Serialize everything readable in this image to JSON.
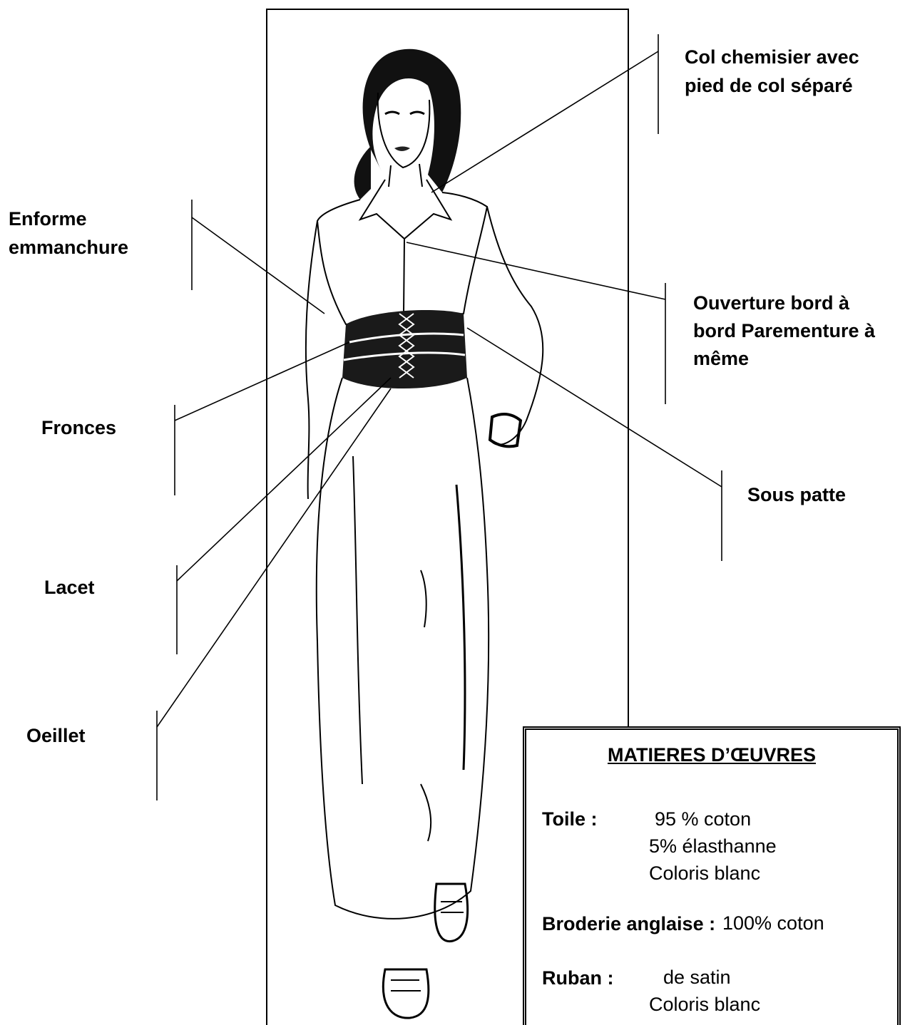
{
  "labels": {
    "col": [
      "Col chemisier avec",
      "pied de col séparé"
    ],
    "enforme": [
      "Enforme",
      "emmanchure"
    ],
    "ouverture": [
      "Ouverture bord à",
      "bord Parementure à",
      "même"
    ],
    "fronces": [
      "Fronces"
    ],
    "sous_patte": [
      "Sous patte"
    ],
    "lacet": [
      "Lacet"
    ],
    "oeillet": [
      "Oeillet"
    ]
  },
  "materials": {
    "title": "MATIERES D’ŒUVRES",
    "toile_key": "Toile :",
    "toile_values": [
      "95 % coton",
      "5% élasthanne",
      "Coloris blanc"
    ],
    "broderie_key": "Broderie anglaise :",
    "broderie_value": "100% coton",
    "ruban_key": "Ruban :",
    "ruban_values": [
      "de satin",
      "Coloris blanc"
    ]
  }
}
